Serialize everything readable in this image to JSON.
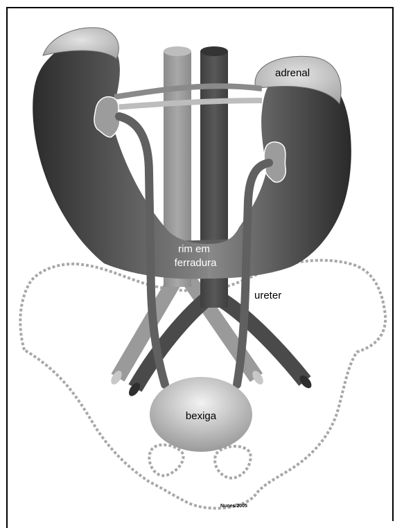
{
  "labels": {
    "adrenal": "adrenal",
    "kidney_line1": "rim em",
    "kidney_line2": "ferradura",
    "ureter": "ureter",
    "bladder": "bexiga",
    "credit": "Nunes/2005"
  },
  "colors": {
    "frame": "#000000",
    "kidney_dark": "#2f2f2f",
    "kidney_light": "#7a7a7a",
    "adrenal": "#c4c4c4",
    "aorta": "#9a9a9a",
    "vena_cava": "#4a4a4a",
    "ureter": "#666666",
    "renal_vessel_dark": "#888888",
    "renal_vessel_light": "#bdbdbd",
    "bladder_light": "#f0f0f0",
    "bladder_dark": "#9c9c9c",
    "pelvis_outline": "#a8a8a8"
  }
}
